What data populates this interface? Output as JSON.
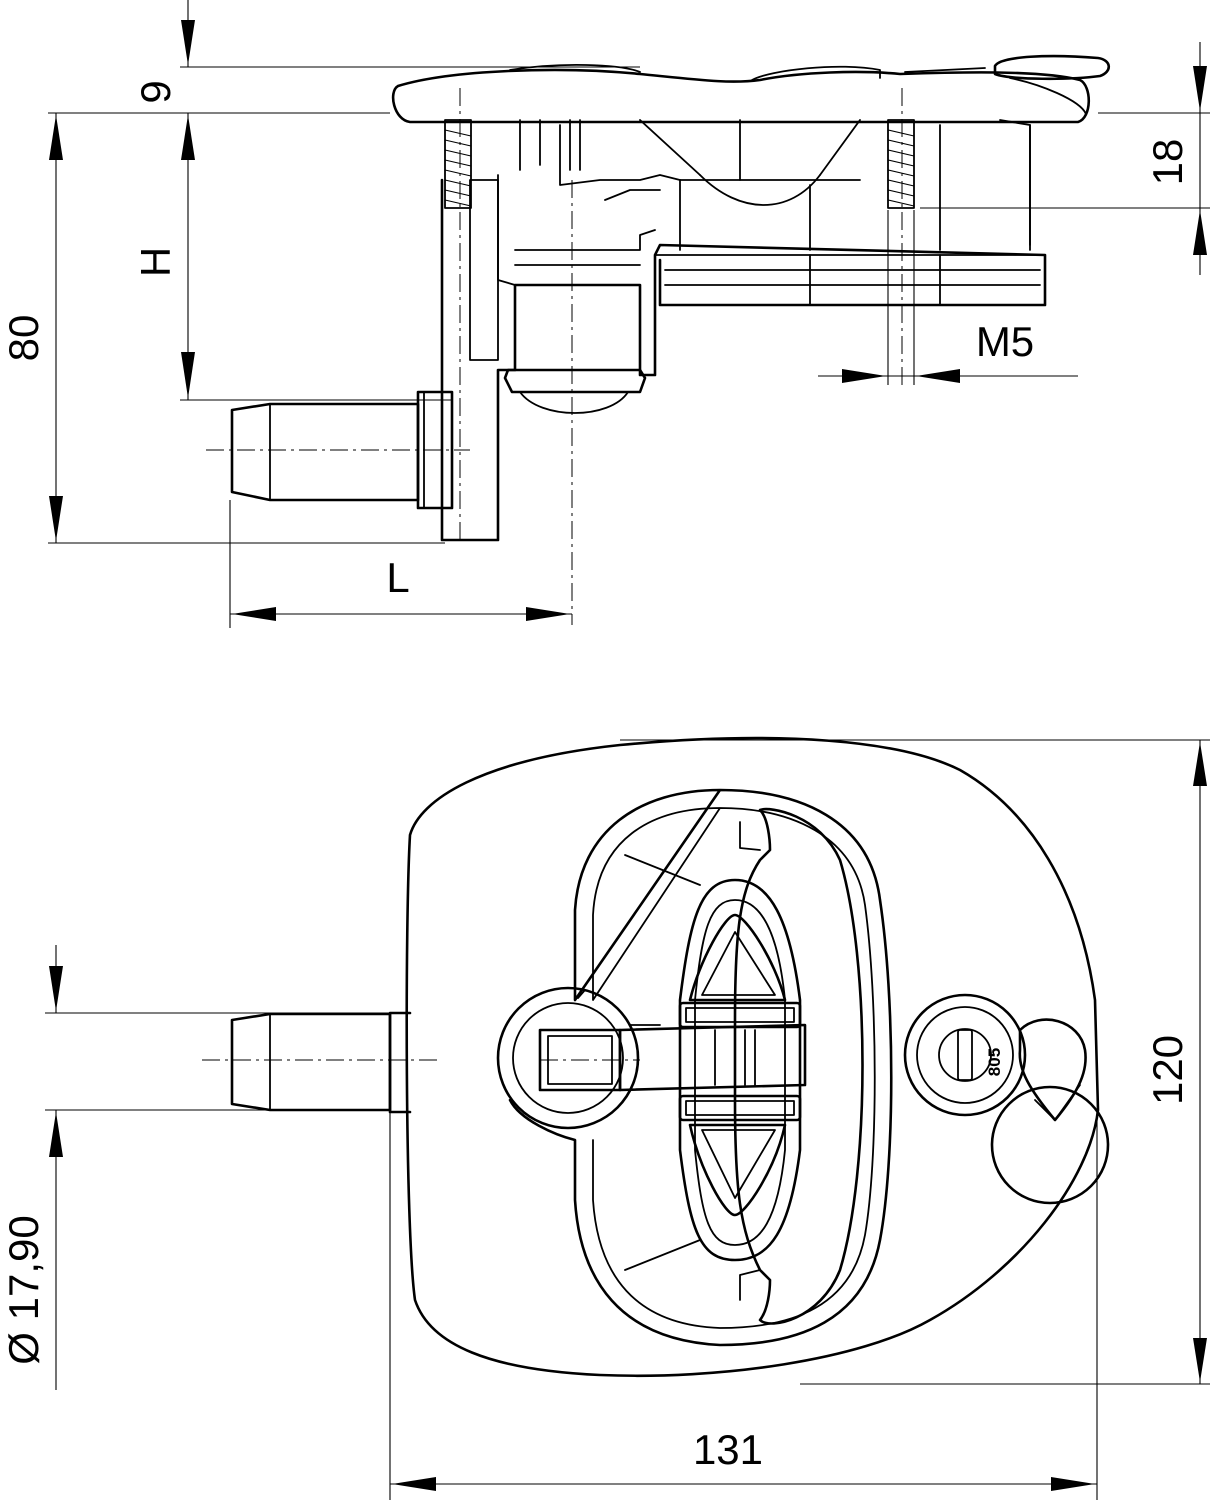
{
  "dimensions": {
    "nine": "9",
    "eighty": "80",
    "h": "H",
    "eighteen": "18",
    "m5": "M5",
    "l": "L",
    "diameter": "Ø 17,90",
    "one_twenty": "120",
    "one_thirty_one": "131"
  },
  "key_code": "805"
}
